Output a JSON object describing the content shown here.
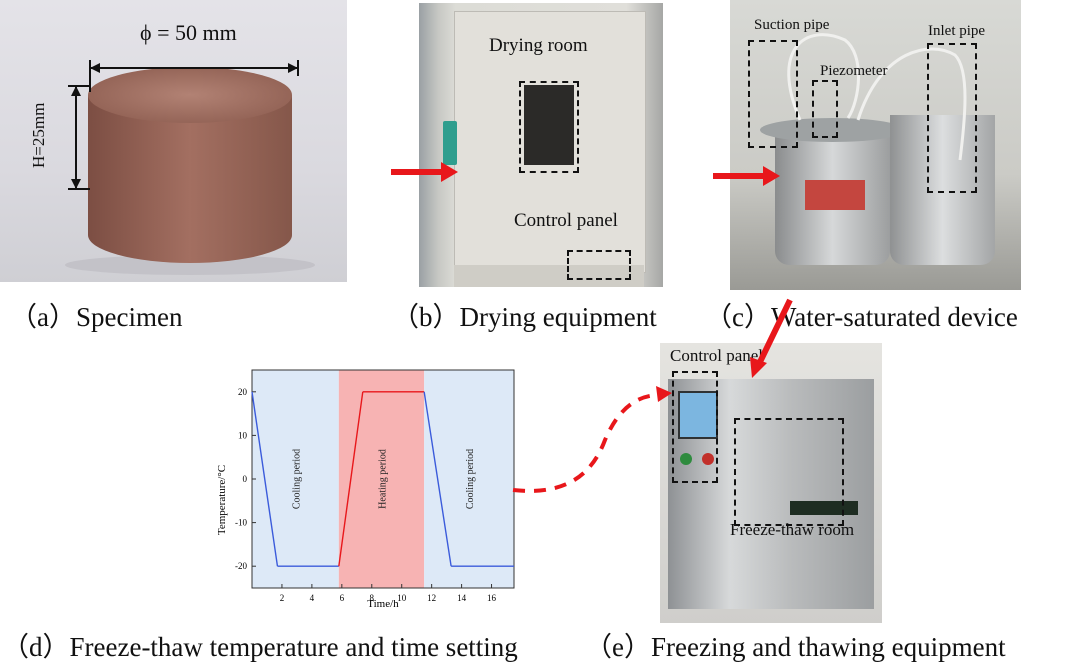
{
  "panels": {
    "a": {
      "caption": "（a）Specimen",
      "diameter_label": "ϕ = 50 mm",
      "height_label": "H=25mm"
    },
    "b": {
      "caption": "（b）Drying equipment",
      "drying_room_label": "Drying room",
      "control_panel_label": "Control panel"
    },
    "c": {
      "caption": "（c）Water-saturated device",
      "suction_pipe_label": "Suction pipe",
      "piezometer_label": "Piezometer",
      "inlet_pipe_label": "Inlet pipe"
    },
    "d": {
      "caption": "（d）Freeze-thaw temperature and time setting"
    },
    "e": {
      "caption": "（e）Freezing and thawing equipment",
      "control_panel_label": "Control panel",
      "room_label": "Freeze-thaw room"
    }
  },
  "chart_data": {
    "type": "line",
    "xlabel": "Time/h",
    "ylabel": "Temperature/°C",
    "xlim": [
      0,
      17.5
    ],
    "ylim": [
      -25,
      25
    ],
    "xticks": [
      2,
      4,
      6,
      8,
      10,
      12,
      14,
      16
    ],
    "yticks": [
      -20,
      -10,
      0,
      10,
      20
    ],
    "series": [
      {
        "x": [
          0,
          1.7,
          5.8,
          7.4,
          11.5,
          13.3,
          17.5
        ],
        "y": [
          20,
          -20,
          -20,
          20,
          20,
          -20,
          -20
        ],
        "color": "#3b5bdb"
      }
    ],
    "regions": [
      {
        "label": "Cooling period",
        "from": 0,
        "to": 5.8,
        "color": "#dde9f7"
      },
      {
        "label": "Heating period",
        "from": 5.8,
        "to": 11.5,
        "color": "#f7b3b3"
      },
      {
        "label": "Cooling period",
        "from": 11.5,
        "to": 17.5,
        "color": "#dde9f7"
      }
    ]
  },
  "colors": {
    "arrow": "#e8171b",
    "line": "#3b5bdb",
    "heat_line": "#e8171b"
  }
}
